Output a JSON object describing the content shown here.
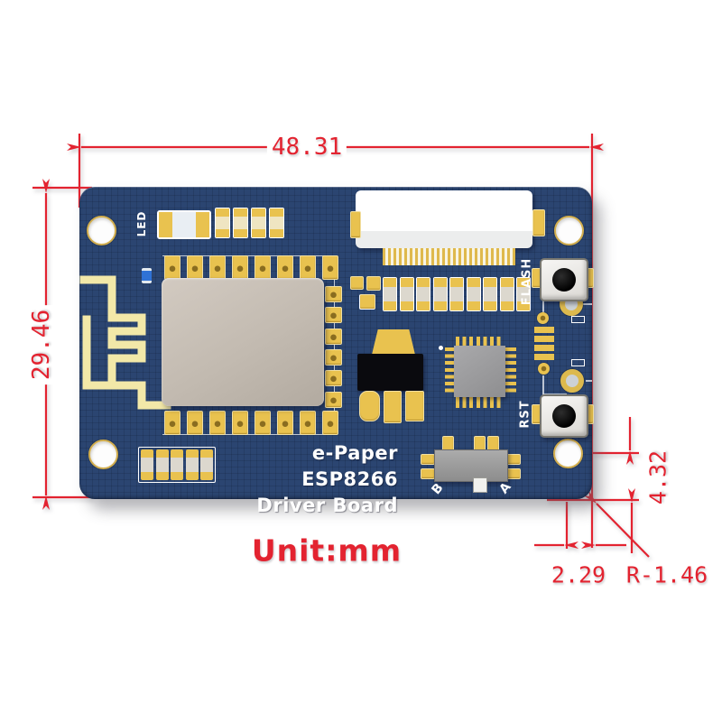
{
  "title": "e-Paper ESP8266 Driver Board dimension diagram",
  "unit_note": "Unit:mm",
  "dimensions": {
    "board_width_mm": "48.31",
    "board_height_mm": "29.46",
    "hole_to_bottom_edge_mm": "4.32",
    "hole_to_right_edge_mm": "2.29",
    "corner_radius_mm": "R-1.46"
  },
  "board": {
    "silkscreen_line1": "e-Paper ESP8266",
    "silkscreen_line2": "Driver Board",
    "led_label": "LED",
    "flash_button_label": "FLASH",
    "reset_button_label": "RST",
    "switch_pos_b": "B",
    "switch_pos_a": "A"
  },
  "colors": {
    "red": "#e32330",
    "board": "#2b4571",
    "gold": "#e9c24f",
    "antenna": "#f2e8a8",
    "shield": "#c6beb5",
    "silkscreen": "#ffffff"
  }
}
